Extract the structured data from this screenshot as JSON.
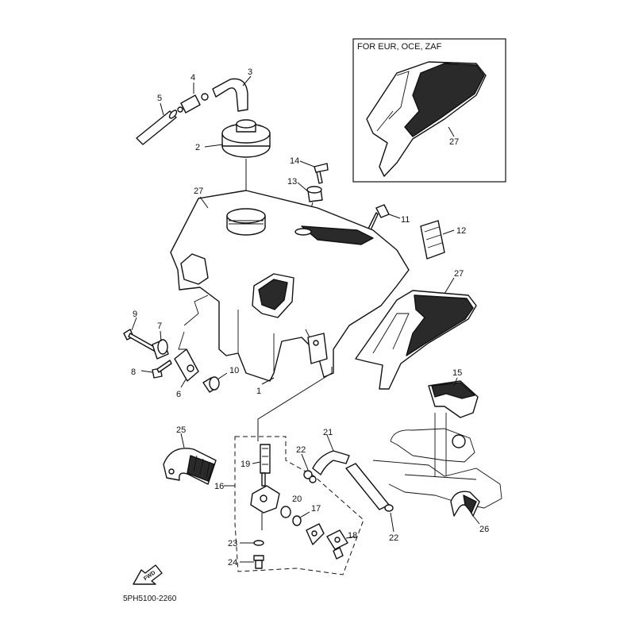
{
  "inset": {
    "title": "FOR EUR, OCE, ZAF"
  },
  "callouts": {
    "n1": "1",
    "n2": "2",
    "n3": "3",
    "n4": "4",
    "n5": "5",
    "n6": "6",
    "n7": "7",
    "n8": "8",
    "n9": "9",
    "n10": "10",
    "n11": "11",
    "n12": "12",
    "n13": "13",
    "n14": "14",
    "n15": "15",
    "n16": "16",
    "n17": "17",
    "n18": "18",
    "n19": "19",
    "n20": "20",
    "n21": "21",
    "n22a": "22",
    "n22b": "22",
    "n23": "23",
    "n24": "24",
    "n25": "25",
    "n26": "26",
    "n27a": "27",
    "n27b": "27",
    "n27c": "27"
  },
  "fwd_arrow": {
    "label": "FWD"
  },
  "drawing_code": "5PH5100-2260"
}
